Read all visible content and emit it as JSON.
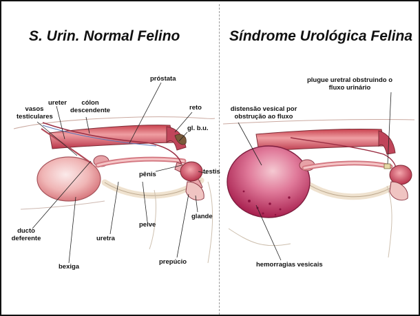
{
  "titles": {
    "left": "S. Urin. Normal Felino",
    "right": "Síndrome Urológica Felina"
  },
  "left_labels": {
    "prostata": "próstata",
    "ureter": "ureter",
    "colon_line1": "cólon",
    "colon_line2": "descendente",
    "vasos_line1": "vasos",
    "vasos_line2": "testiculares",
    "reto": "reto",
    "glbu": "gl. b.u.",
    "testis": "testis",
    "penis": "pênis",
    "glande": "glande",
    "ducto_line1": "ducto",
    "ducto_line2": "deferente",
    "pelve": "pelve",
    "uretra": "uretra",
    "bexiga": "bexiga",
    "prepucio": "prepúcio"
  },
  "right_labels": {
    "plugue_line1": "plugue uretral obstruindo o",
    "plugue_line2": "fluxo urinário",
    "distensao_line1": "distensão vesical por",
    "distensao_line2": "obstrução ao fluxo",
    "hemorragias": "hemorragias vesicais"
  },
  "colors": {
    "tissue_light": "#f2c6c3",
    "tissue_mid": "#e07f86",
    "tissue_dark": "#b93a57",
    "bladder_distended": "#c0306a",
    "outline": "#6a3a3a",
    "bone": "#efe2cf"
  },
  "icons": {
    "left_illustration": "normal-feline-urinary-tract-illustration",
    "right_illustration": "feline-urologic-syndrome-illustration"
  }
}
